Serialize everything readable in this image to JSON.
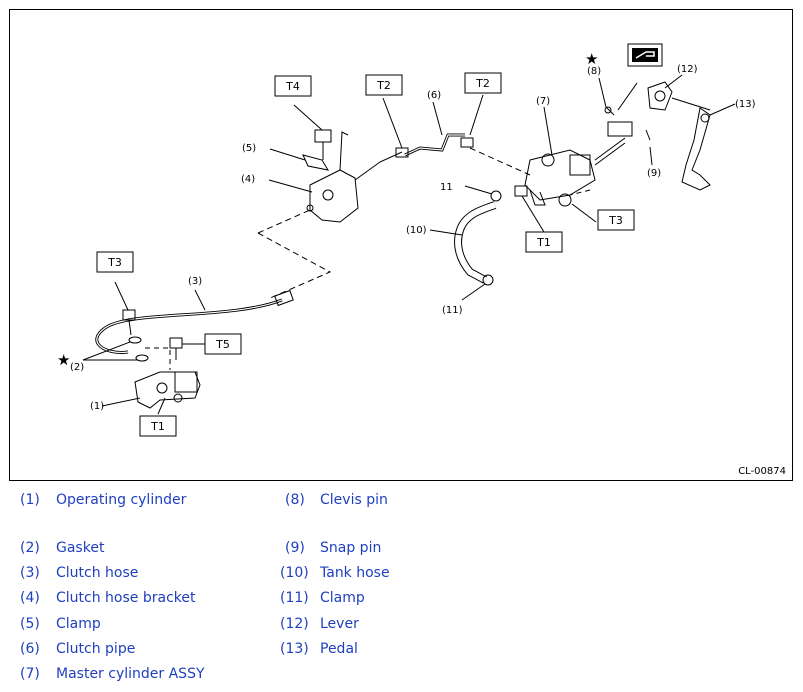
{
  "figure": {
    "figure_id": "CL-00874",
    "callouts": {
      "c1": "(1)",
      "c2": "(2)",
      "c3": "(3)",
      "c4": "(4)",
      "c5": "(5)",
      "c6": "(6)",
      "c7": "(7)",
      "c8": "(8)",
      "c9": "(9)",
      "c10": "(10)",
      "c11a": "11",
      "c11b": "(11)",
      "c12": "(12)",
      "c13": "(13)"
    },
    "torque_labels": {
      "t4": "T4",
      "t2a": "T2",
      "t2b": "T2",
      "t3a": "T3",
      "t3b": "T3",
      "t5": "T5",
      "t1a": "T1",
      "t1b": "T1"
    },
    "star_symbol": "★",
    "icon": "grease-hand-icon"
  },
  "legend": {
    "items": [
      {
        "num": "(1)",
        "name": "Operating cylinder"
      },
      {
        "num": "(2)",
        "name": "Gasket"
      },
      {
        "num": "(3)",
        "name": "Clutch hose"
      },
      {
        "num": "(4)",
        "name": "Clutch hose bracket"
      },
      {
        "num": "(5)",
        "name": "Clamp"
      },
      {
        "num": "(6)",
        "name": "Clutch pipe"
      },
      {
        "num": "(7)",
        "name": "Master cylinder ASSY"
      },
      {
        "num": "(8)",
        "name": "Clevis pin"
      },
      {
        "num": "(9)",
        "name": "Snap pin"
      },
      {
        "num": "(10)",
        "name": "Tank hose"
      },
      {
        "num": "(11)",
        "name": "Clamp"
      },
      {
        "num": "(12)",
        "name": "Lever"
      },
      {
        "num": "(13)",
        "name": "Pedal"
      }
    ]
  },
  "colors": {
    "legend_text": "#1f3fbf",
    "line": "#000000"
  }
}
